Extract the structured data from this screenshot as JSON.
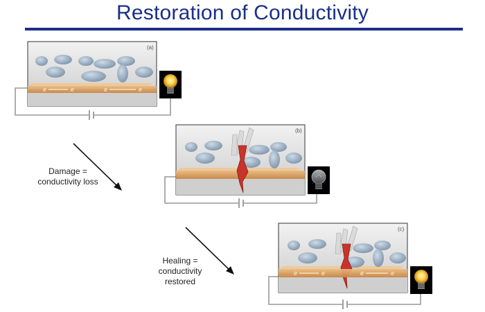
{
  "title": "Restoration of Conductivity",
  "captions": {
    "damage": [
      "Damage =",
      "conductivity loss"
    ],
    "healing": [
      "Healing =",
      "conductivity",
      "restored"
    ]
  },
  "panels": [
    {
      "label": "(a)",
      "state": "intact",
      "bulb": "lit",
      "electron_glyph": "e"
    },
    {
      "label": "(b)",
      "state": "cracked",
      "bulb": "dark"
    },
    {
      "label": "(c)",
      "state": "healed",
      "bulb": "lit",
      "electron_glyph": "e"
    }
  ],
  "colors": {
    "title": "#1a2f8a",
    "rule": "#1c2e8c",
    "conductor": "#d9a36a",
    "capsule": "#9fb4c8",
    "crack": "#c8342a",
    "bulb_lit": "#ffd24a"
  }
}
